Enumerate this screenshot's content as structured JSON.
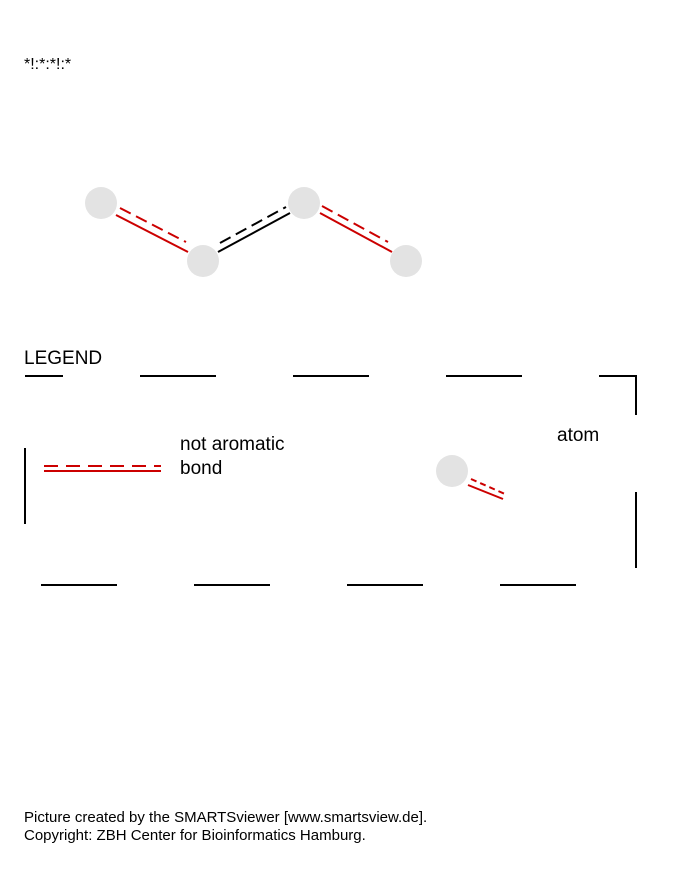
{
  "smarts": "*!:*:*!:*",
  "colors": {
    "not_aromatic_bond": "#cc0000",
    "bond": "#000000",
    "atom": "#e3e3e3"
  },
  "molecule": {
    "atoms": [
      "*",
      "*",
      "*",
      "*"
    ],
    "bonds": [
      {
        "from": 0,
        "to": 1,
        "type": "not aromatic"
      },
      {
        "from": 1,
        "to": 2,
        "type": "aromatic"
      },
      {
        "from": 2,
        "to": 3,
        "type": "not aromatic"
      }
    ]
  },
  "legend": {
    "title": "LEGEND",
    "bond_label_line1": "not aromatic",
    "bond_label_line2": "bond",
    "atom_label": "atom"
  },
  "footer": {
    "line1": "Picture created by the SMARTSviewer [www.smartsview.de].",
    "line2": "Copyright: ZBH Center for Bioinformatics Hamburg."
  }
}
